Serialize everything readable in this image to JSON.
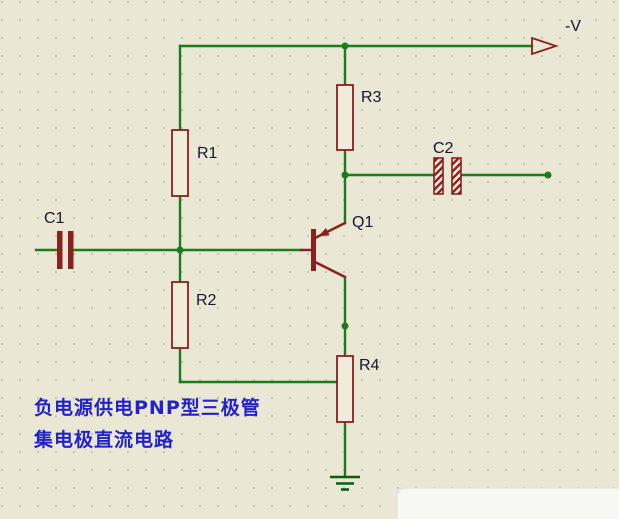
{
  "colors": {
    "bg": "#eae7d5",
    "grid_dot": "#c6c2aa",
    "wire": "#1a7d1a",
    "component": "#8a2020",
    "resistor_fill": "#f0ecd9",
    "label": "#161630",
    "caption": "#2222cc",
    "ground": "#0f5a0f",
    "watermark": "#f7f7f4"
  },
  "components": {
    "r1": {
      "ref": "R1"
    },
    "r2": {
      "ref": "R2"
    },
    "r3": {
      "ref": "R3"
    },
    "r4": {
      "ref": "R4"
    },
    "c1": {
      "ref": "C1"
    },
    "c2": {
      "ref": "C2"
    },
    "q1": {
      "ref": "Q1"
    }
  },
  "power_terminal": {
    "label": "-V"
  },
  "captions": {
    "line1": "负电源供电PNP型三极管",
    "line2": "集电极直流电路"
  }
}
